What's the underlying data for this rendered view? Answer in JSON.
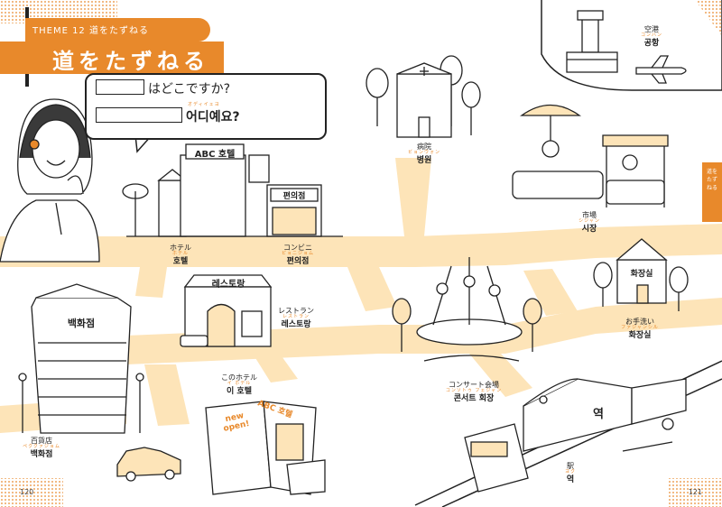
{
  "header": {
    "theme": "THEME 12  道をたずねる",
    "title": "道をたずねる"
  },
  "bubble": {
    "line1": "はどこですか?",
    "line2": "어디예요?",
    "line2_ruby": "オディイェヨ"
  },
  "side_tab": "道をたずねる",
  "pages": {
    "left": "120",
    "right": "121"
  },
  "signs": {
    "hotel_sign": "ABC 호텔",
    "store_sign": "편의점",
    "restaurant_sign": "레스토랑",
    "dept_store_sign": "백화점",
    "restroom_sign": "화장실",
    "station_sign": "역",
    "poster_text_1": "new open!",
    "poster_text_2": "ABC 호텔"
  },
  "places": [
    {
      "id": "airport",
      "jp": "空港",
      "ruby": "コンハン",
      "ko": "공항"
    },
    {
      "id": "hospital",
      "jp": "病院",
      "ruby": "ビョンウォン",
      "ko": "병원"
    },
    {
      "id": "market",
      "jp": "市場",
      "ruby": "シジャン",
      "ko": "시장"
    },
    {
      "id": "hotel",
      "jp": "ホテル",
      "ruby": "ホテル",
      "ko": "호텔"
    },
    {
      "id": "convenience",
      "jp": "コンビニ",
      "ruby": "ピョニジョム",
      "ko": "편의점"
    },
    {
      "id": "restaurant",
      "jp": "レストラン",
      "ruby": "レストラン",
      "ko": "레스토랑"
    },
    {
      "id": "restroom",
      "jp": "お手洗い",
      "ruby": "ファジャンシル",
      "ko": "화장실"
    },
    {
      "id": "this_hotel",
      "jp": "このホテル",
      "ruby": "イ ホテル",
      "ko": "이 호텔"
    },
    {
      "id": "concert",
      "jp": "コンサート会場",
      "ruby": "コンソトゥ フェジャン",
      "ko": "콘서트 회장"
    },
    {
      "id": "dept_store",
      "jp": "百貨店",
      "ruby": "ペククァジョム",
      "ko": "백화점"
    },
    {
      "id": "station",
      "jp": "駅",
      "ruby": "ヨク",
      "ko": "역"
    }
  ],
  "colors": {
    "accent": "#e8892b",
    "road": "#fde4b8",
    "ink": "#222222"
  }
}
